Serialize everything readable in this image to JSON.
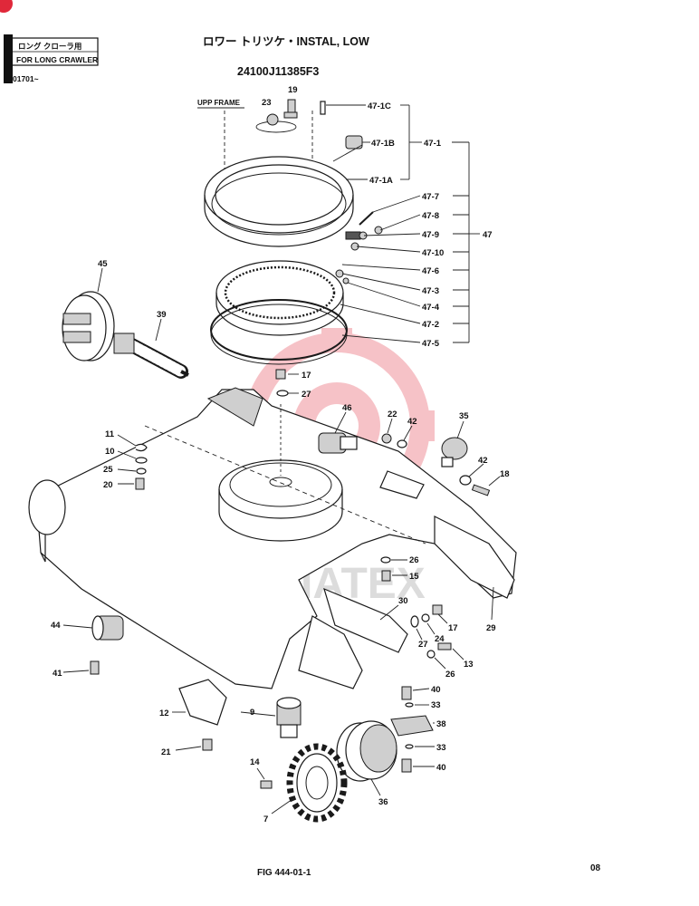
{
  "header": {
    "box_line1": "ロング クローラ用",
    "box_line2": "FOR LONG CRAWLER",
    "serial": "01701~",
    "title": "ロワー トリツケ・INSTAL, LOW",
    "part_number": "24100J11385F3"
  },
  "footer": {
    "fig": "FIG 444-01-1",
    "page": "08"
  },
  "watermark": "VIATEX",
  "labels": {
    "upp_frame": "UPP FRAME",
    "l47_1c": "47-1C",
    "l47_1b": "47-1B",
    "l47_1": "47-1",
    "l47_1a": "47-1A",
    "l47_7": "47-7",
    "l47_8": "47-8",
    "l47_9": "47-9",
    "l47_10": "47-10",
    "l47_6": "47-6",
    "l47_3": "47-3",
    "l47_4": "47-4",
    "l47_2": "47-2",
    "l47_5": "47-5",
    "l47": "47",
    "l19": "19",
    "l23": "23",
    "l45": "45",
    "l39": "39",
    "l17a": "17",
    "l27a": "27",
    "l46": "46",
    "l22": "22",
    "l42a": "42",
    "l35": "35",
    "l42b": "42",
    "l18": "18",
    "l11": "11",
    "l10": "10",
    "l25": "25",
    "l20": "20",
    "l26a": "26",
    "l15": "15",
    "l30": "30",
    "l17b": "17",
    "l24": "24",
    "l27b": "27",
    "l29": "29",
    "l13": "13",
    "l26b": "26",
    "l44": "44",
    "l41": "41",
    "l40a": "40",
    "l33a": "33",
    "l38": "38",
    "l12": "12",
    "l9": "9",
    "l33b": "33",
    "l21": "21",
    "l40b": "40",
    "l14": "14",
    "l36": "36",
    "l7": "7"
  }
}
